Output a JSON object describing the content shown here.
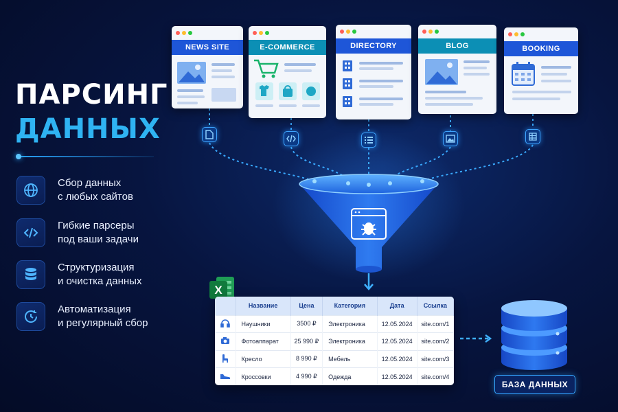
{
  "title": {
    "line1": "ПАРСИНГ",
    "line2": "ДАННЫХ"
  },
  "features": [
    {
      "icon": "globe-icon",
      "line1": "Сбор данных",
      "line2": "с любых сайтов"
    },
    {
      "icon": "code-icon",
      "line1": "Гибкие парсеры",
      "line2": "под ваши задачи"
    },
    {
      "icon": "database-icon",
      "line1": "Структуризация",
      "line2": "и очистка данных"
    },
    {
      "icon": "clock-icon",
      "line1": "Автоматизация",
      "line2": "и регулярный сбор"
    }
  ],
  "sources": [
    {
      "label": "NEWS SITE",
      "color": "#1e56d8",
      "icon": "image-icon",
      "node_icon": "document-icon"
    },
    {
      "label": "E-COMMERCE",
      "color": "#0c8fb5",
      "icon": "cart-icon",
      "node_icon": "code-icon"
    },
    {
      "label": "DIRECTORY",
      "color": "#1e56d8",
      "icon": "building-icon",
      "node_icon": "list-icon"
    },
    {
      "label": "BLOG",
      "color": "#0c8fb5",
      "icon": "image-icon",
      "node_icon": "image-icon"
    },
    {
      "label": "BOOKING",
      "color": "#1e56d8",
      "icon": "calendar-icon",
      "node_icon": "table-icon"
    }
  ],
  "funnel": {
    "icon": "bug-icon"
  },
  "table": {
    "headers": [
      "Название",
      "Цена",
      "Категория",
      "Дата",
      "Ссылка"
    ],
    "rows": [
      {
        "icon": "headphones-icon",
        "name": "Наушники",
        "price": "3500 ₽",
        "category": "Электроника",
        "date": "12.05.2024",
        "link": "site.com/1"
      },
      {
        "icon": "camera-icon",
        "name": "Фотоаппарат",
        "price": "25 990 ₽",
        "category": "Электроника",
        "date": "12.05.2024",
        "link": "site.com/2"
      },
      {
        "icon": "chair-icon",
        "name": "Кресло",
        "price": "8 990 ₽",
        "category": "Мебель",
        "date": "12.05.2024",
        "link": "site.com/3"
      },
      {
        "icon": "sneaker-icon",
        "name": "Кроссовки",
        "price": "4 990 ₽",
        "category": "Одежда",
        "date": "12.05.2024",
        "link": "site.com/4"
      }
    ]
  },
  "excel": {
    "letter": "X"
  },
  "database": {
    "label": "БАЗА ДАННЫХ"
  },
  "colors": {
    "accent": "#2fb3f2",
    "funnel": "#1c5ee0",
    "background": "#071540"
  }
}
